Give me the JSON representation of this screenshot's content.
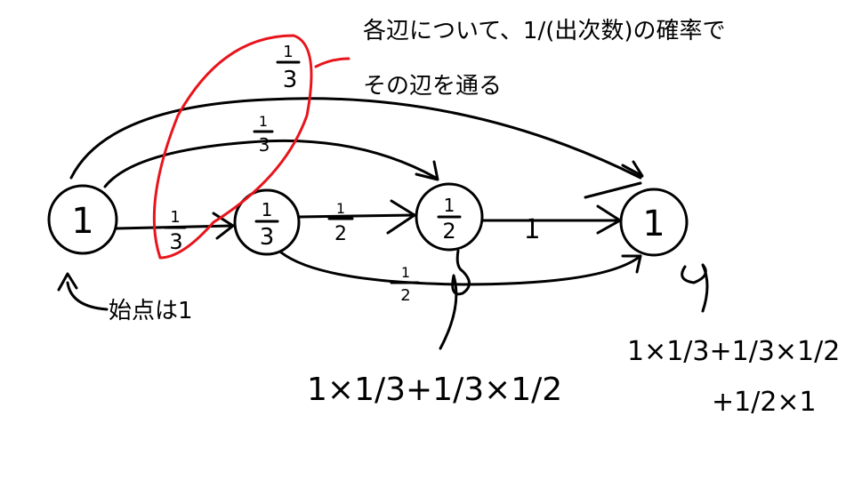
{
  "note": {
    "line1": "各辺について、1/(出次数)の確率で",
    "line2": "その辺を通る"
  },
  "nodes": [
    {
      "label": "1"
    },
    {
      "num": "1",
      "den": "3"
    },
    {
      "num": "1",
      "den": "2"
    },
    {
      "label": "1"
    }
  ],
  "edges": {
    "a_to_b": {
      "num": "1",
      "den": "3"
    },
    "b_to_c": {
      "num": "1",
      "den": "2"
    },
    "c_to_d": {
      "label": "1"
    },
    "a_to_c": {
      "num": "1",
      "den": "3"
    },
    "a_to_d": {
      "num": "1",
      "den": "3"
    },
    "b_to_d": {
      "num": "1",
      "den": "2"
    }
  },
  "annotations": {
    "start": "始点は1",
    "node_c_calc": "1×1/3+1/3×1/2",
    "node_d_calc_line1": "1×1/3+1/3×1/2",
    "node_d_calc_line2": "+1/2×1"
  },
  "colors": {
    "ink": "#000000",
    "highlight": "#e8141c"
  }
}
